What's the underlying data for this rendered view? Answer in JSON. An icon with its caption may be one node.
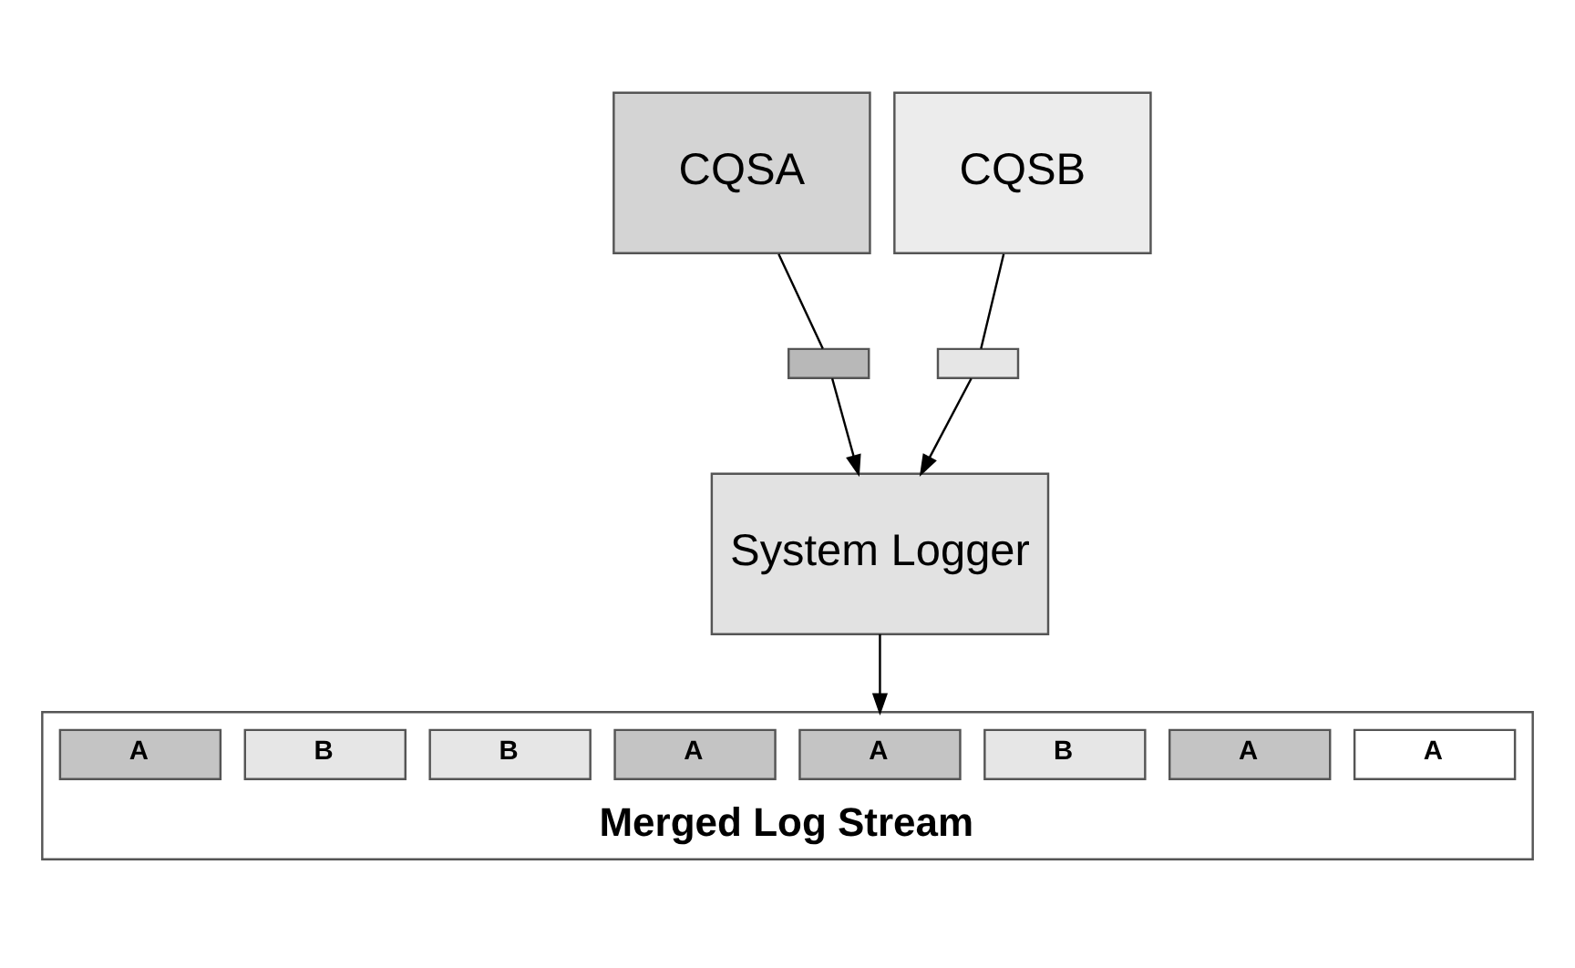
{
  "diagram": {
    "nodes": [
      {
        "text": [
          "CQSA"
        ]
      },
      {
        "text": [
          "CQSB"
        ]
      },
      {
        "text": [],
        "shape": "box"
      },
      {
        "text": [],
        "shape": "box"
      },
      {
        "text": [
          "System Logger"
        ]
      },
      {
        "text": [
          "Merged Log Stream"
        ]
      },
      {
        "text": [
          "A"
        ],
        "in": 5
      },
      {
        "text": [
          "B"
        ],
        "in": 5
      },
      {
        "text": [
          "B"
        ],
        "in": 5
      },
      {
        "text": [
          "A"
        ],
        "in": 5
      },
      {
        "text": [
          "A"
        ],
        "in": 5
      },
      {
        "text": [
          "B"
        ],
        "in": 5
      },
      {
        "text": [
          "A"
        ],
        "in": 5
      },
      {
        "text": [
          "A"
        ],
        "in": 5
      }
    ],
    "edges": [
      {
        "from": 0,
        "to": 2,
        "arrow": "none"
      },
      {
        "from": 2,
        "to": 4,
        "arrow": "to"
      },
      {
        "from": 1,
        "to": 3,
        "arrow": "none"
      },
      {
        "from": 3,
        "to": 4,
        "arrow": "to"
      },
      {
        "from": 4,
        "to": 5,
        "arrow": "to"
      }
    ]
  }
}
